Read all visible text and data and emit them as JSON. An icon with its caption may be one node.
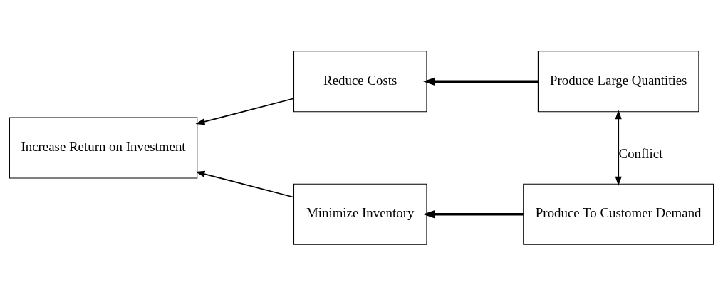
{
  "diagram": {
    "nodes": [
      {
        "text": [
          "Increase Return on Investment"
        ]
      },
      {
        "text": [
          "Reduce Costs"
        ]
      },
      {
        "text": [
          "Minimize Inventory"
        ]
      },
      {
        "text": [
          "Produce Large Quantities"
        ]
      },
      {
        "text": [
          "Produce To Customer Demand"
        ]
      }
    ],
    "edges": [
      {
        "from": 1,
        "to": 0,
        "arrow": "to"
      },
      {
        "from": 2,
        "to": 0,
        "arrow": "to"
      },
      {
        "from": 3,
        "to": 1,
        "arrow": "to",
        "style": "thick"
      },
      {
        "from": 4,
        "to": 2,
        "arrow": "to",
        "style": "thick"
      },
      {
        "from": 3,
        "to": 4,
        "arrow": "both",
        "label": "Conflict"
      }
    ]
  }
}
